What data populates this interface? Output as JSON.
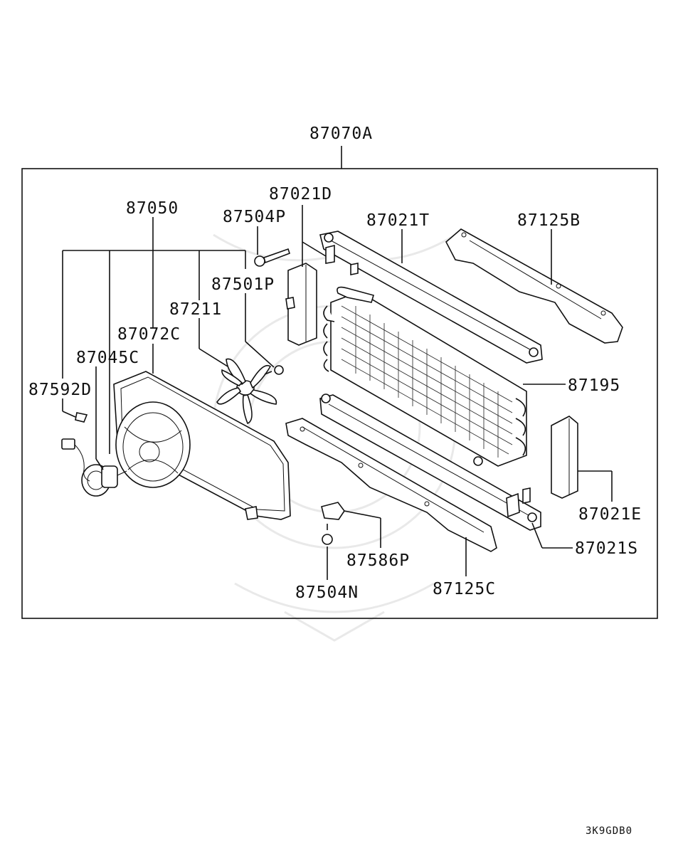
{
  "assembly_label": "87070A",
  "reference_code": "3K9GDB0",
  "parts": {
    "p87050": "87050",
    "p87504P": "87504P",
    "p87021D": "87021D",
    "p87021T": "87021T",
    "p87125B": "87125B",
    "p87501P": "87501P",
    "p87211": "87211",
    "p87072C": "87072C",
    "p87045C": "87045C",
    "p87592D": "87592D",
    "p87195": "87195",
    "p87021E": "87021E",
    "p87021S": "87021S",
    "p87586P": "87586P",
    "p87504N": "87504N",
    "p87125C": "87125C"
  }
}
